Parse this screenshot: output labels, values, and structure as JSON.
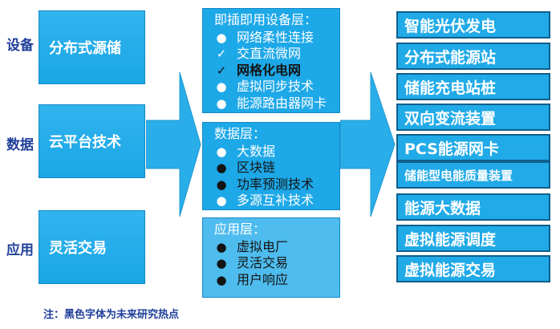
{
  "row_labels": [
    "设备",
    "数据",
    "应用"
  ],
  "left_boxes": [
    "分布式源储",
    "云平台技术",
    "灵活交易"
  ],
  "middle": {
    "layer1": {
      "title": "即插即用设备层：",
      "items": [
        {
          "marker": "●",
          "text": "网络柔性连接"
        },
        {
          "marker": "✓",
          "text": "交直流微网"
        },
        {
          "marker": "✓",
          "text": "网格化电网"
        },
        {
          "marker": "●",
          "text": "虚拟同步技术"
        },
        {
          "marker": "●",
          "text": "能源路由器网卡"
        }
      ]
    },
    "layer2": {
      "title": "数据层：",
      "items": [
        {
          "marker": "●",
          "text": "大数据"
        },
        {
          "marker": "●",
          "text": "区块链"
        },
        {
          "marker": "●",
          "text": "功率预测技术"
        },
        {
          "marker": "●",
          "text": "多源互补技术"
        }
      ]
    },
    "layer3": {
      "title": "应用层：",
      "items": [
        {
          "marker": "●",
          "text": "虚拟电厂"
        },
        {
          "marker": "●",
          "text": "灵活交易"
        },
        {
          "marker": "●",
          "text": "用户响应"
        }
      ]
    }
  },
  "right_boxes": [
    "智能光伏发电",
    "分布式能源站",
    "储能充电站桩",
    "双向变流装置",
    "PCS能源网卡",
    "储能型电能质量装置",
    "能源大数据",
    "虚拟能源调度",
    "虚拟能源交易"
  ],
  "note": "注：黑色字体为未来研究热点",
  "colors": {
    "box_blue": "#1da8e8",
    "label_navy": "#1f3f9a",
    "future_text": "#141414"
  }
}
